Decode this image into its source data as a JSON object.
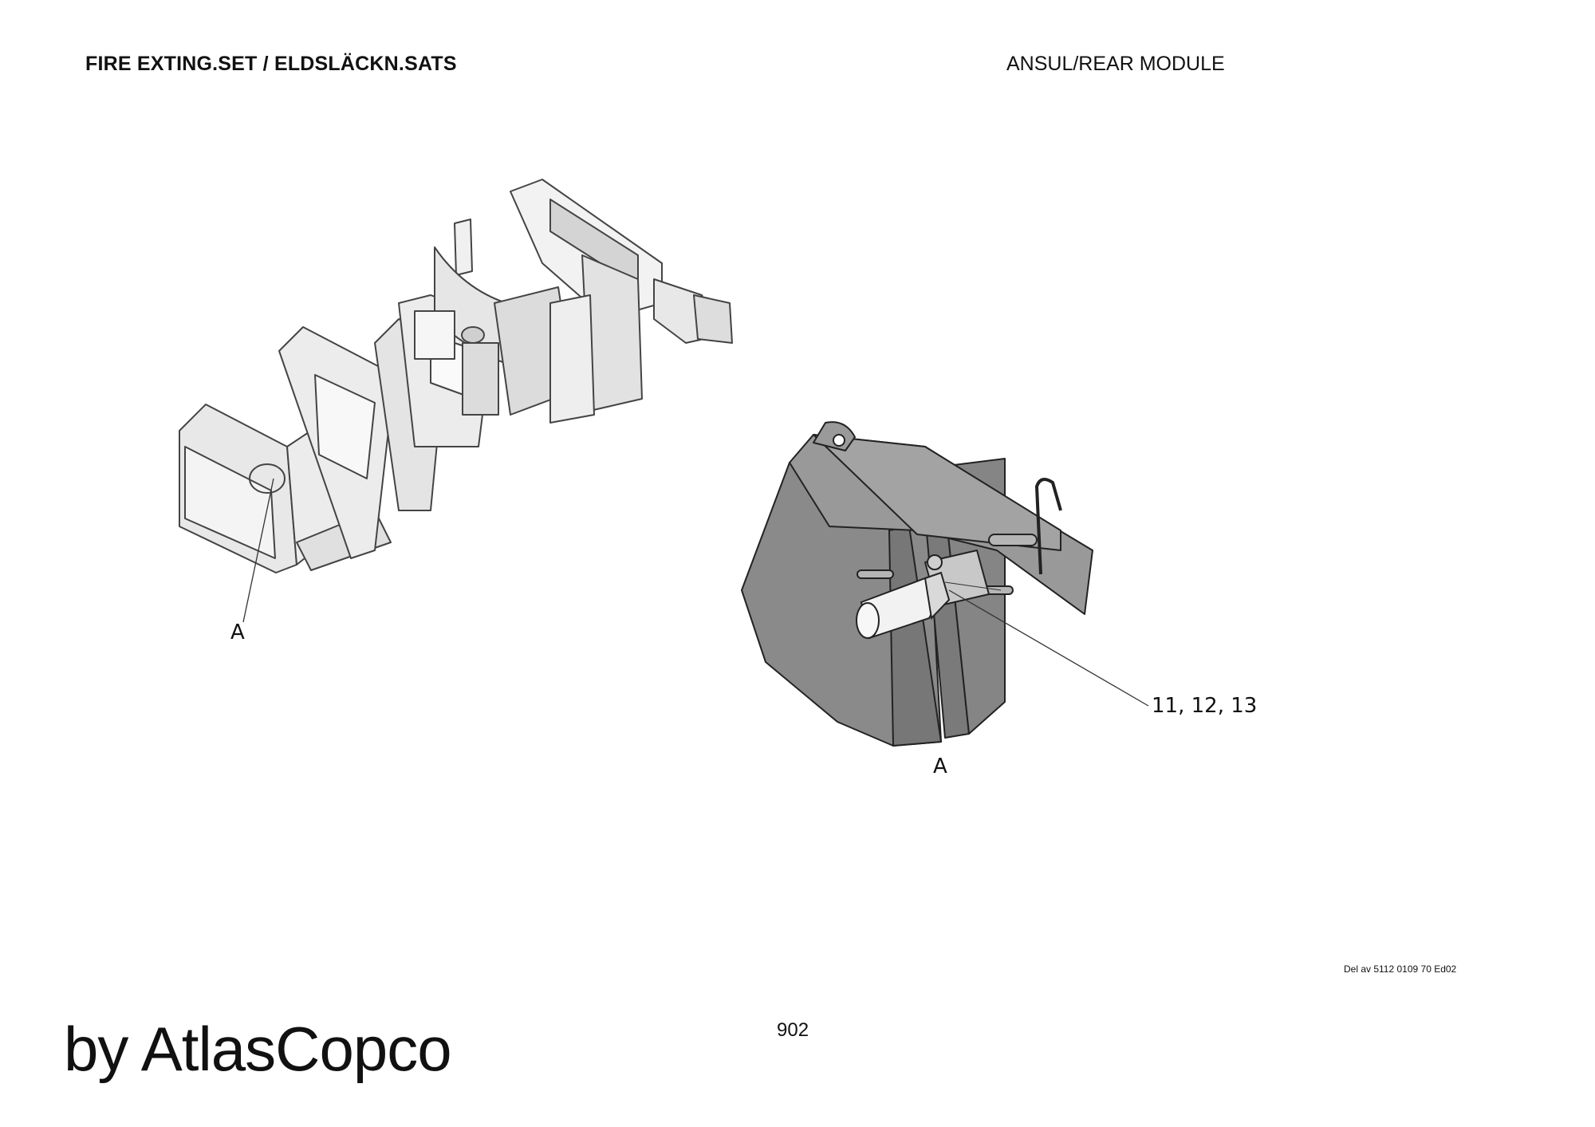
{
  "header": {
    "title": "FIRE EXTING.SET / ELDSLÄCKN.SATS",
    "section": "ANSUL/REAR MODULE"
  },
  "callouts": {
    "overview_label": "A",
    "detail_label": "A",
    "part_numbers": "11, 12, 13"
  },
  "footer": {
    "doc_ref": "Del av 5112 0109 70 Ed02",
    "page_number": "902",
    "brand": "by AtlasCopco"
  }
}
